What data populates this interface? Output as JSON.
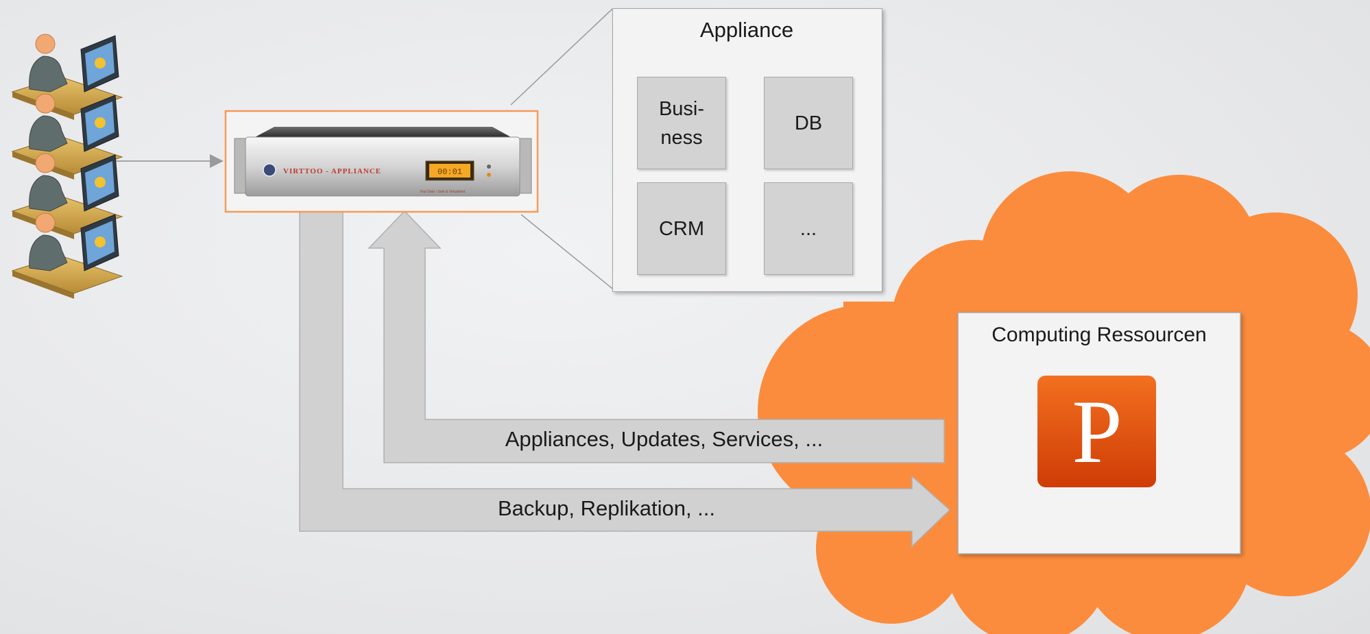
{
  "appliance_panel": {
    "title": "Appliance",
    "modules": [
      "Busi-\nness",
      "DB",
      "CRM",
      "..."
    ]
  },
  "server": {
    "front_label": "VIRTTOO - APPLIANCE",
    "display_text": "00:01",
    "footer_text": "Your Data - Safe & Virtualized"
  },
  "cloud": {
    "panel_title": "Computing Ressourcen",
    "logo_letter": "P"
  },
  "arrows": {
    "upstream_label": "Appliances, Updates, Services, ...",
    "downstream_label": "Backup, Replikation, ..."
  },
  "colors": {
    "accent_orange": "#fb8c3d",
    "logo_orange": "#e04e0e",
    "arrow_gray": "#d1d1d1"
  },
  "users": {
    "count": 4
  }
}
